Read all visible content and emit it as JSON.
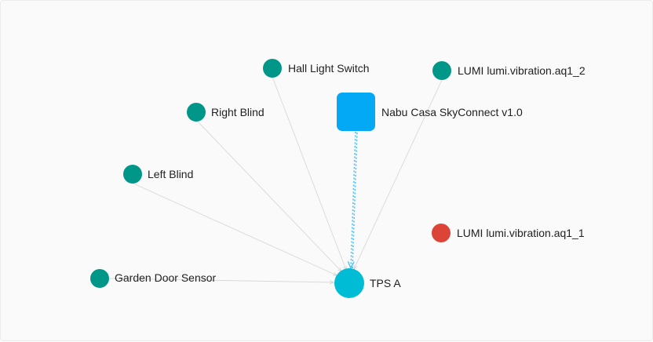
{
  "colors": {
    "end_device": "#009688",
    "offline_device": "#db4437",
    "coordinator": "#03a9f4",
    "router": "#00bcd4",
    "edge": "#d8d8d8",
    "coordinator_edge": "#4fc3f7"
  },
  "nodes": {
    "hall_light_switch": {
      "label": "Hall Light Switch",
      "kind": "end_device"
    },
    "lumi_aq1_2": {
      "label": "LUMI lumi.vibration.aq1_2",
      "kind": "end_device"
    },
    "right_blind": {
      "label": "Right Blind",
      "kind": "end_device"
    },
    "skyconnect": {
      "label": "Nabu Casa SkyConnect v1.0",
      "kind": "coordinator"
    },
    "left_blind": {
      "label": "Left Blind",
      "kind": "end_device"
    },
    "lumi_aq1_1": {
      "label": "LUMI lumi.vibration.aq1_1",
      "kind": "offline_device"
    },
    "garden_door_sensor": {
      "label": "Garden Door Sensor",
      "kind": "end_device"
    },
    "tps_a": {
      "label": "TPS A",
      "kind": "router"
    }
  }
}
